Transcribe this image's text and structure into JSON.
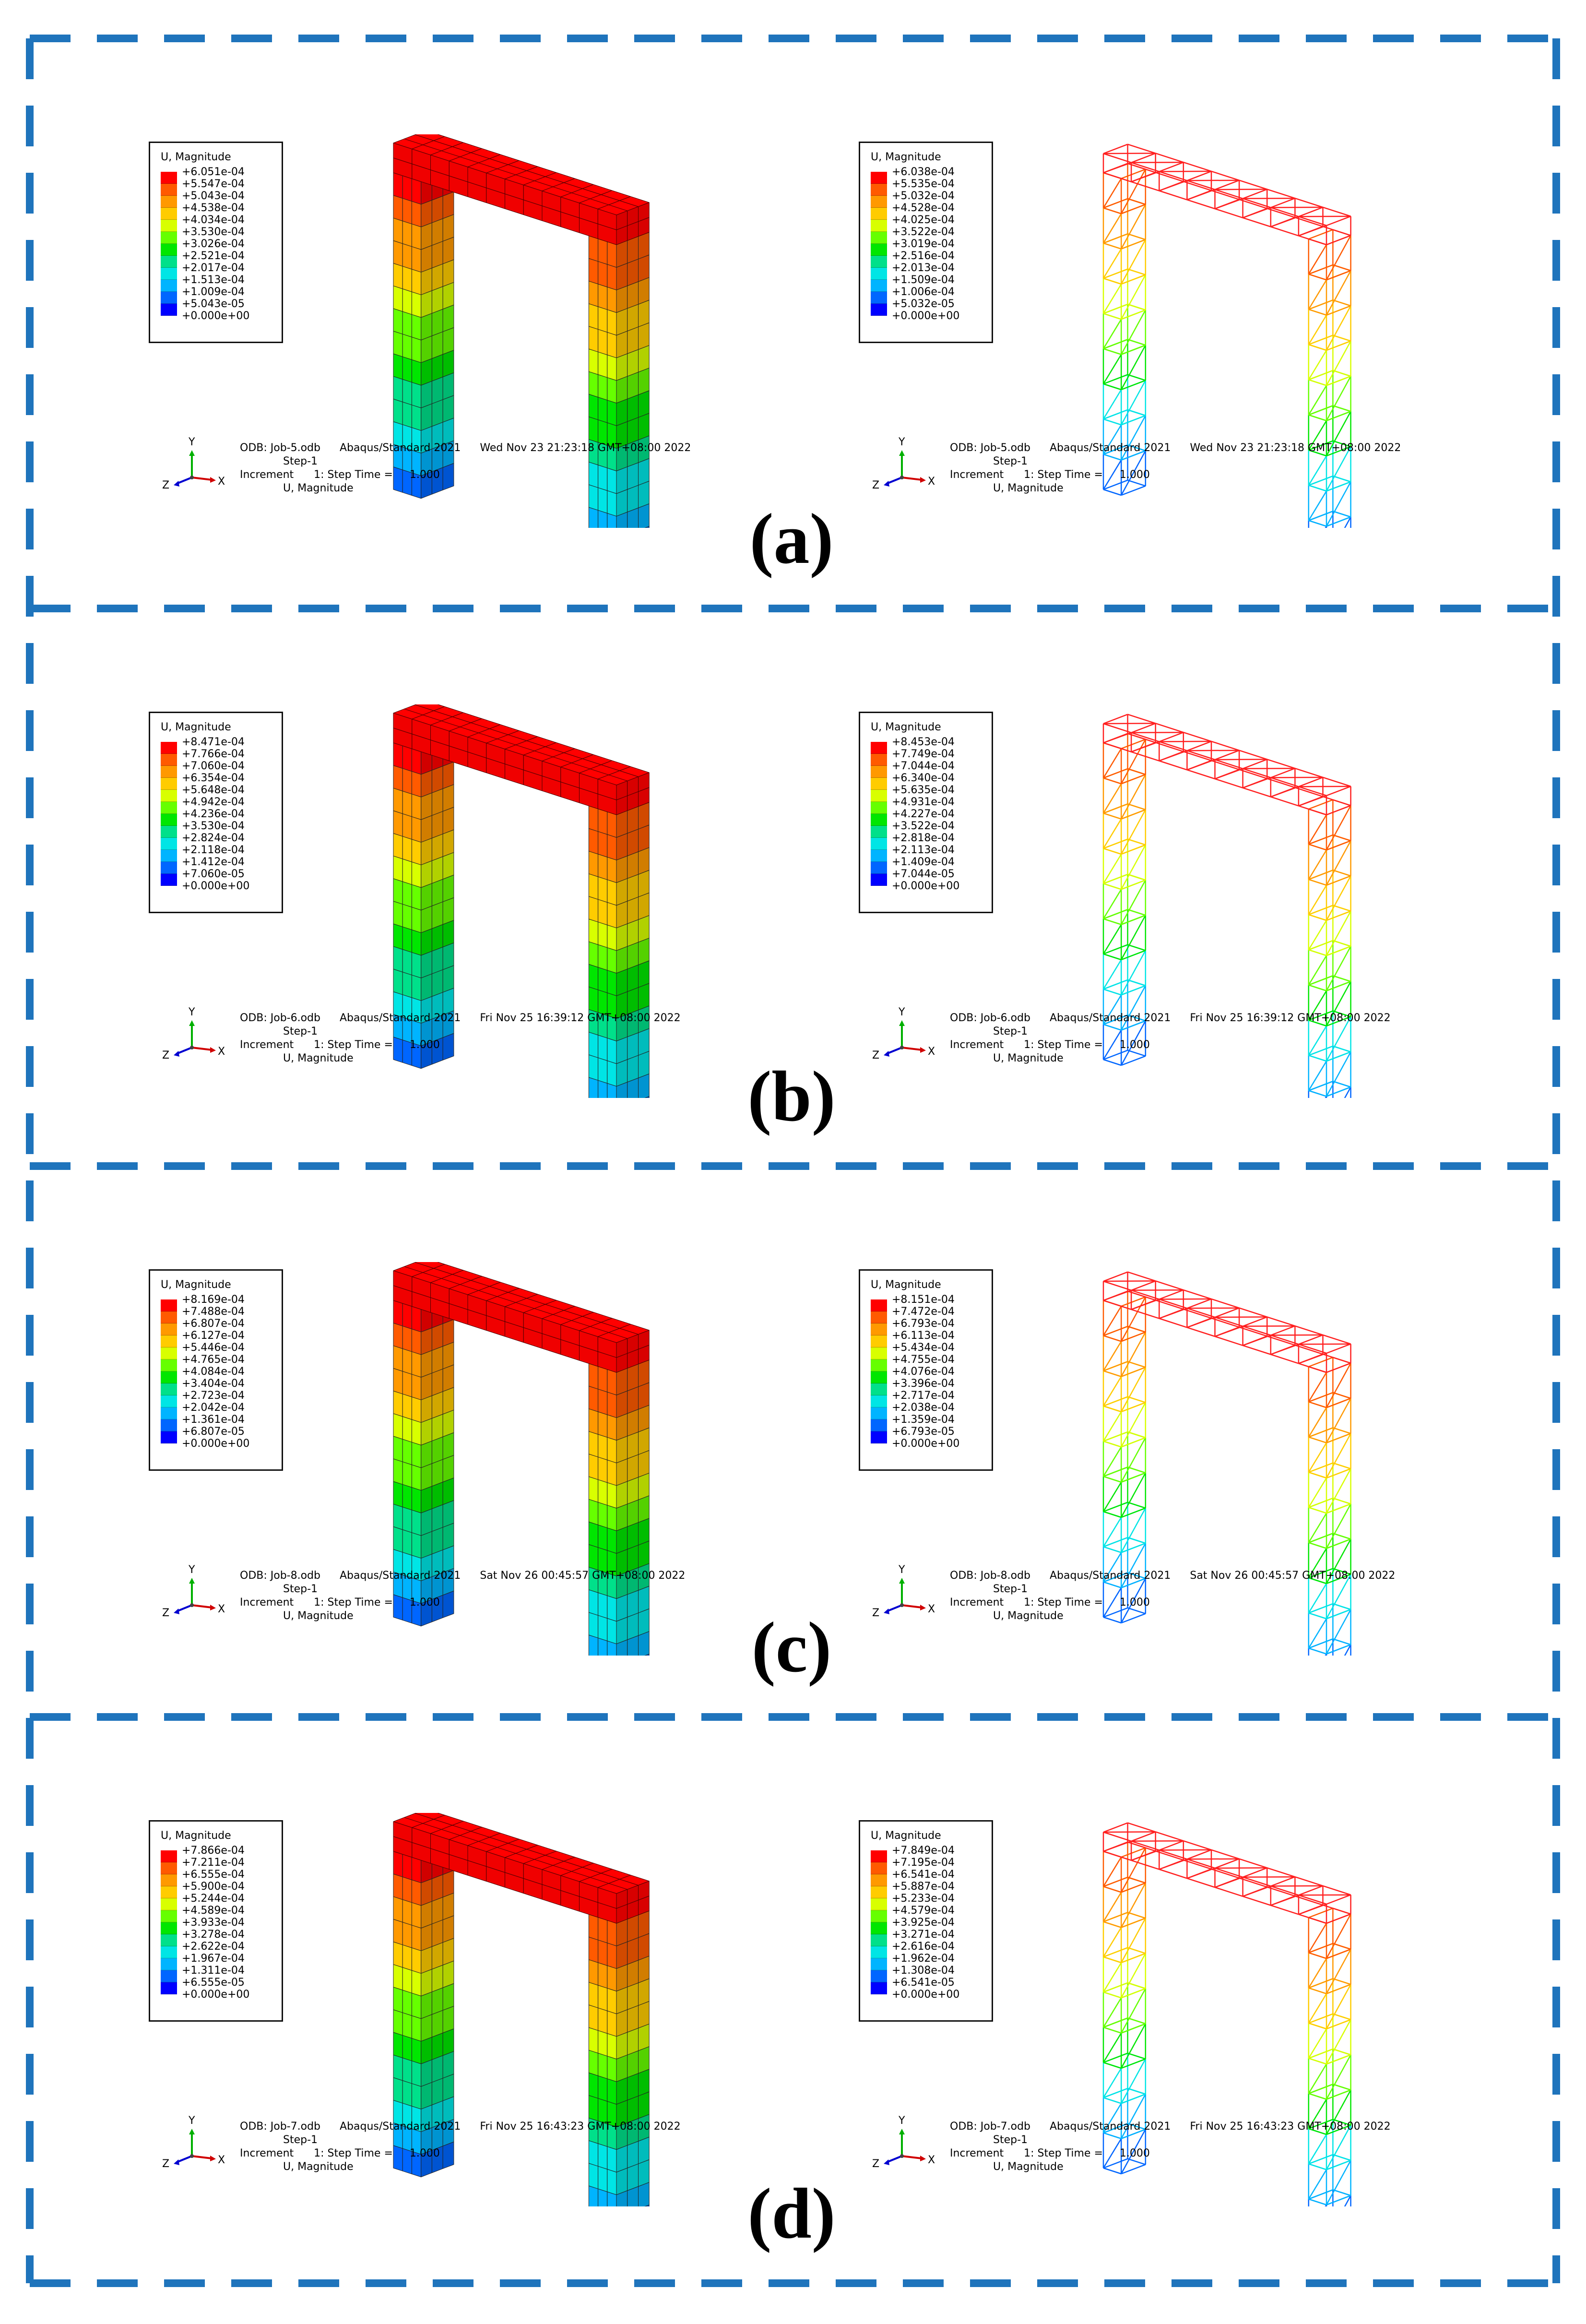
{
  "legend_colors": [
    "#ff0000",
    "#ff5a00",
    "#ff9900",
    "#ffcc00",
    "#d8ff00",
    "#66ff00",
    "#00e600",
    "#00e08a",
    "#00e5e5",
    "#00b4ff",
    "#0066ff",
    "#0000ff"
  ],
  "frame_color": "#1f74bc",
  "common": {
    "legend_title": "U, Magnitude",
    "software": "Abaqus/Standard 2021",
    "step": "Step-1",
    "increment": "Increment      1: Step Time =     1.000",
    "variable": "U, Magnitude",
    "axis_x": "X",
    "axis_y": "Y",
    "axis_z": "Z"
  },
  "panels": [
    {
      "label": "(a)",
      "solid": {
        "legend": [
          "+6.051e-04",
          "+5.547e-04",
          "+5.043e-04",
          "+4.538e-04",
          "+4.034e-04",
          "+3.530e-04",
          "+3.026e-04",
          "+2.521e-04",
          "+2.017e-04",
          "+1.513e-04",
          "+1.009e-04",
          "+5.043e-05",
          "+0.000e+00"
        ],
        "odb": "ODB: Job-5.odb",
        "date": "Wed Nov 23 21:23:18 GMT+08:00 2022"
      },
      "frame": {
        "legend": [
          "+6.038e-04",
          "+5.535e-04",
          "+5.032e-04",
          "+4.528e-04",
          "+4.025e-04",
          "+3.522e-04",
          "+3.019e-04",
          "+2.516e-04",
          "+2.013e-04",
          "+1.509e-04",
          "+1.006e-04",
          "+5.032e-05",
          "+0.000e+00"
        ],
        "odb": "ODB: Job-5.odb",
        "date": "Wed Nov 23 21:23:18 GMT+08:00 2022"
      }
    },
    {
      "label": "(b)",
      "solid": {
        "legend": [
          "+8.471e-04",
          "+7.766e-04",
          "+7.060e-04",
          "+6.354e-04",
          "+5.648e-04",
          "+4.942e-04",
          "+4.236e-04",
          "+3.530e-04",
          "+2.824e-04",
          "+2.118e-04",
          "+1.412e-04",
          "+7.060e-05",
          "+0.000e+00"
        ],
        "odb": "ODB: Job-6.odb",
        "date": "Fri Nov 25 16:39:12 GMT+08:00 2022"
      },
      "frame": {
        "legend": [
          "+8.453e-04",
          "+7.749e-04",
          "+7.044e-04",
          "+6.340e-04",
          "+5.635e-04",
          "+4.931e-04",
          "+4.227e-04",
          "+3.522e-04",
          "+2.818e-04",
          "+2.113e-04",
          "+1.409e-04",
          "+7.044e-05",
          "+0.000e+00"
        ],
        "odb": "ODB: Job-6.odb",
        "date": "Fri Nov 25 16:39:12 GMT+08:00 2022"
      }
    },
    {
      "label": "(c)",
      "solid": {
        "legend": [
          "+8.169e-04",
          "+7.488e-04",
          "+6.807e-04",
          "+6.127e-04",
          "+5.446e-04",
          "+4.765e-04",
          "+4.084e-04",
          "+3.404e-04",
          "+2.723e-04",
          "+2.042e-04",
          "+1.361e-04",
          "+6.807e-05",
          "+0.000e+00"
        ],
        "odb": "ODB: Job-8.odb",
        "date": "Sat Nov 26 00:45:57 GMT+08:00 2022"
      },
      "frame": {
        "legend": [
          "+8.151e-04",
          "+7.472e-04",
          "+6.793e-04",
          "+6.113e-04",
          "+5.434e-04",
          "+4.755e-04",
          "+4.076e-04",
          "+3.396e-04",
          "+2.717e-04",
          "+2.038e-04",
          "+1.359e-04",
          "+6.793e-05",
          "+0.000e+00"
        ],
        "odb": "ODB: Job-8.odb",
        "date": "Sat Nov 26 00:45:57 GMT+08:00 2022"
      }
    },
    {
      "label": "(d)",
      "solid": {
        "legend": [
          "+7.866e-04",
          "+7.211e-04",
          "+6.555e-04",
          "+5.900e-04",
          "+5.244e-04",
          "+4.589e-04",
          "+3.933e-04",
          "+3.278e-04",
          "+2.622e-04",
          "+1.967e-04",
          "+1.311e-04",
          "+6.555e-05",
          "+0.000e+00"
        ],
        "odb": "ODB: Job-7.odb",
        "date": "Fri Nov 25 16:43:23 GMT+08:00 2022"
      },
      "frame": {
        "legend": [
          "+7.849e-04",
          "+7.195e-04",
          "+6.541e-04",
          "+5.887e-04",
          "+5.233e-04",
          "+4.579e-04",
          "+3.925e-04",
          "+3.271e-04",
          "+2.616e-04",
          "+1.962e-04",
          "+1.308e-04",
          "+6.541e-05",
          "+0.000e+00"
        ],
        "odb": "ODB: Job-7.odb",
        "date": "Fri Nov 25 16:43:23 GMT+08:00 2022"
      }
    }
  ]
}
